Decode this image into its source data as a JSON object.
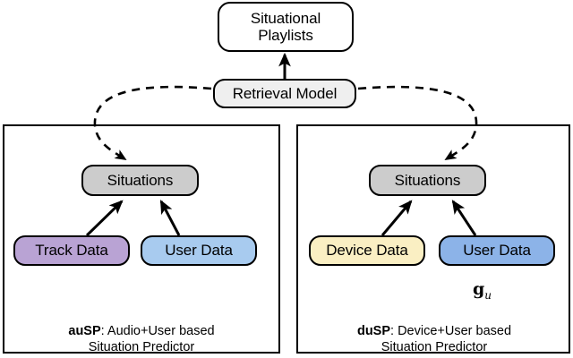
{
  "diagram": {
    "title_node": {
      "label": "Situational\nPlaylists",
      "fill": "#ffffff"
    },
    "retrieval_node": {
      "label": "Retrieval Model",
      "fill": "#efefef"
    },
    "panels": [
      {
        "id": "ausp",
        "situations_label": "Situations",
        "situations_fill": "#cccccc",
        "inputs": [
          {
            "label": "Track Data",
            "fill": "#b9a3d4"
          },
          {
            "label": "User Data",
            "fill": "#a8cbef"
          }
        ],
        "caption_bold": "auSP",
        "caption_rest": ": Audio+User based\nSituation Predictor",
        "vector_label": null
      },
      {
        "id": "dusp",
        "situations_label": "Situations",
        "situations_fill": "#cccccc",
        "inputs": [
          {
            "label": "Device Data",
            "fill": "#faefc3"
          },
          {
            "label": "User Data",
            "fill": "#8cb3e8"
          }
        ],
        "caption_bold": "duSP",
        "caption_rest": ": Device+User based\nSituation Predictor",
        "vector_label": "g",
        "vector_subscript": "u"
      }
    ],
    "colors": {
      "stroke": "#000000",
      "background": "#ffffff",
      "situations_gray": "#cccccc",
      "retrieval_gray": "#efefef",
      "track_purple": "#b9a3d4",
      "user_blue_left": "#a8cbef",
      "user_blue_right": "#8cb3e8",
      "device_yellow": "#faefc3"
    }
  }
}
